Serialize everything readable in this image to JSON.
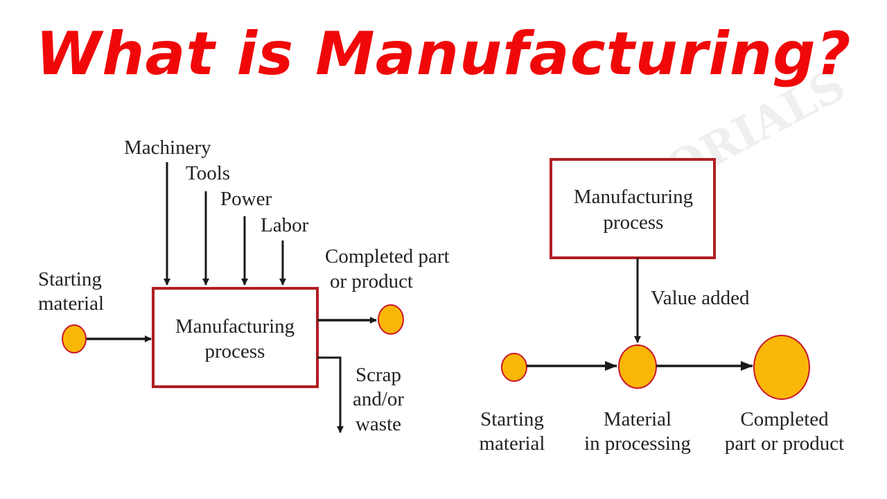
{
  "title": "What is Manufacturing?",
  "colors": {
    "title": "#f00808",
    "box_border": "#b01e23",
    "node_fill": "#fbb708",
    "node_stroke": "#c8152a",
    "arrow": "#1a1a1a",
    "text": "#222222"
  },
  "left_diagram": {
    "inputs": {
      "machinery": "Machinery",
      "tools": "Tools",
      "power": "Power",
      "labor": "Labor"
    },
    "starting_material": [
      "Starting",
      "material"
    ],
    "process": [
      "Manufacturing",
      "process"
    ],
    "completed": [
      "Completed part",
      "or product"
    ],
    "scrap": [
      "Scrap",
      "and/or",
      "waste"
    ]
  },
  "right_diagram": {
    "process": [
      "Manufacturing",
      "process"
    ],
    "value_added": "Value added",
    "starting_material": [
      "Starting",
      "material"
    ],
    "in_processing": [
      "Material",
      "in processing"
    ],
    "completed": [
      "Completed",
      "part or product"
    ]
  }
}
